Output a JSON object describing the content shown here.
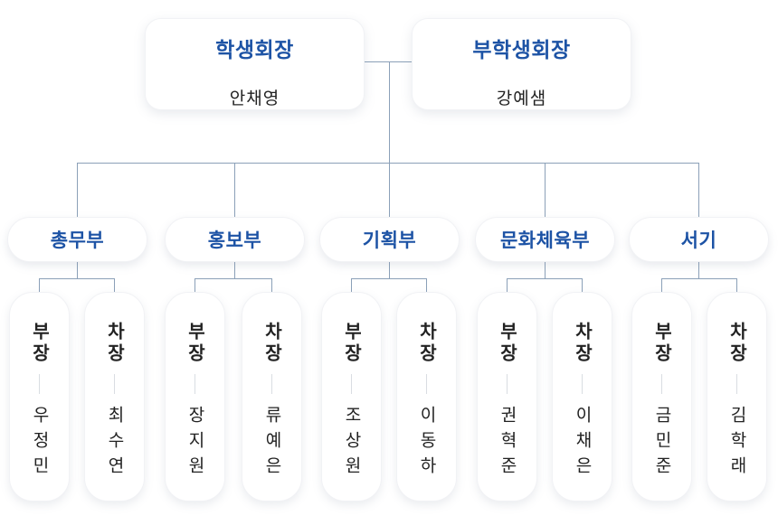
{
  "diagram": {
    "type": "org-chart",
    "accent_blue": "#1d53a5",
    "line_color": "#8ba0b8",
    "text_color": "#222222"
  },
  "executives": [
    {
      "title": "학생회장",
      "name": "안채영"
    },
    {
      "title": "부학생회장",
      "name": "강예샘"
    }
  ],
  "departments": [
    {
      "label": "총무부",
      "members": [
        {
          "role": "부장",
          "name": "우정민"
        },
        {
          "role": "차장",
          "name": "최수연"
        }
      ]
    },
    {
      "label": "홍보부",
      "members": [
        {
          "role": "부장",
          "name": "장지원"
        },
        {
          "role": "차장",
          "name": "류예은"
        }
      ]
    },
    {
      "label": "기획부",
      "members": [
        {
          "role": "부장",
          "name": "조상원"
        },
        {
          "role": "차장",
          "name": "이동하"
        }
      ]
    },
    {
      "label": "문화체육부",
      "members": [
        {
          "role": "부장",
          "name": "권혁준"
        },
        {
          "role": "차장",
          "name": "이채은"
        }
      ]
    },
    {
      "label": "서기",
      "members": [
        {
          "role": "부장",
          "name": "금민준"
        },
        {
          "role": "차장",
          "name": "김학래"
        }
      ]
    }
  ]
}
